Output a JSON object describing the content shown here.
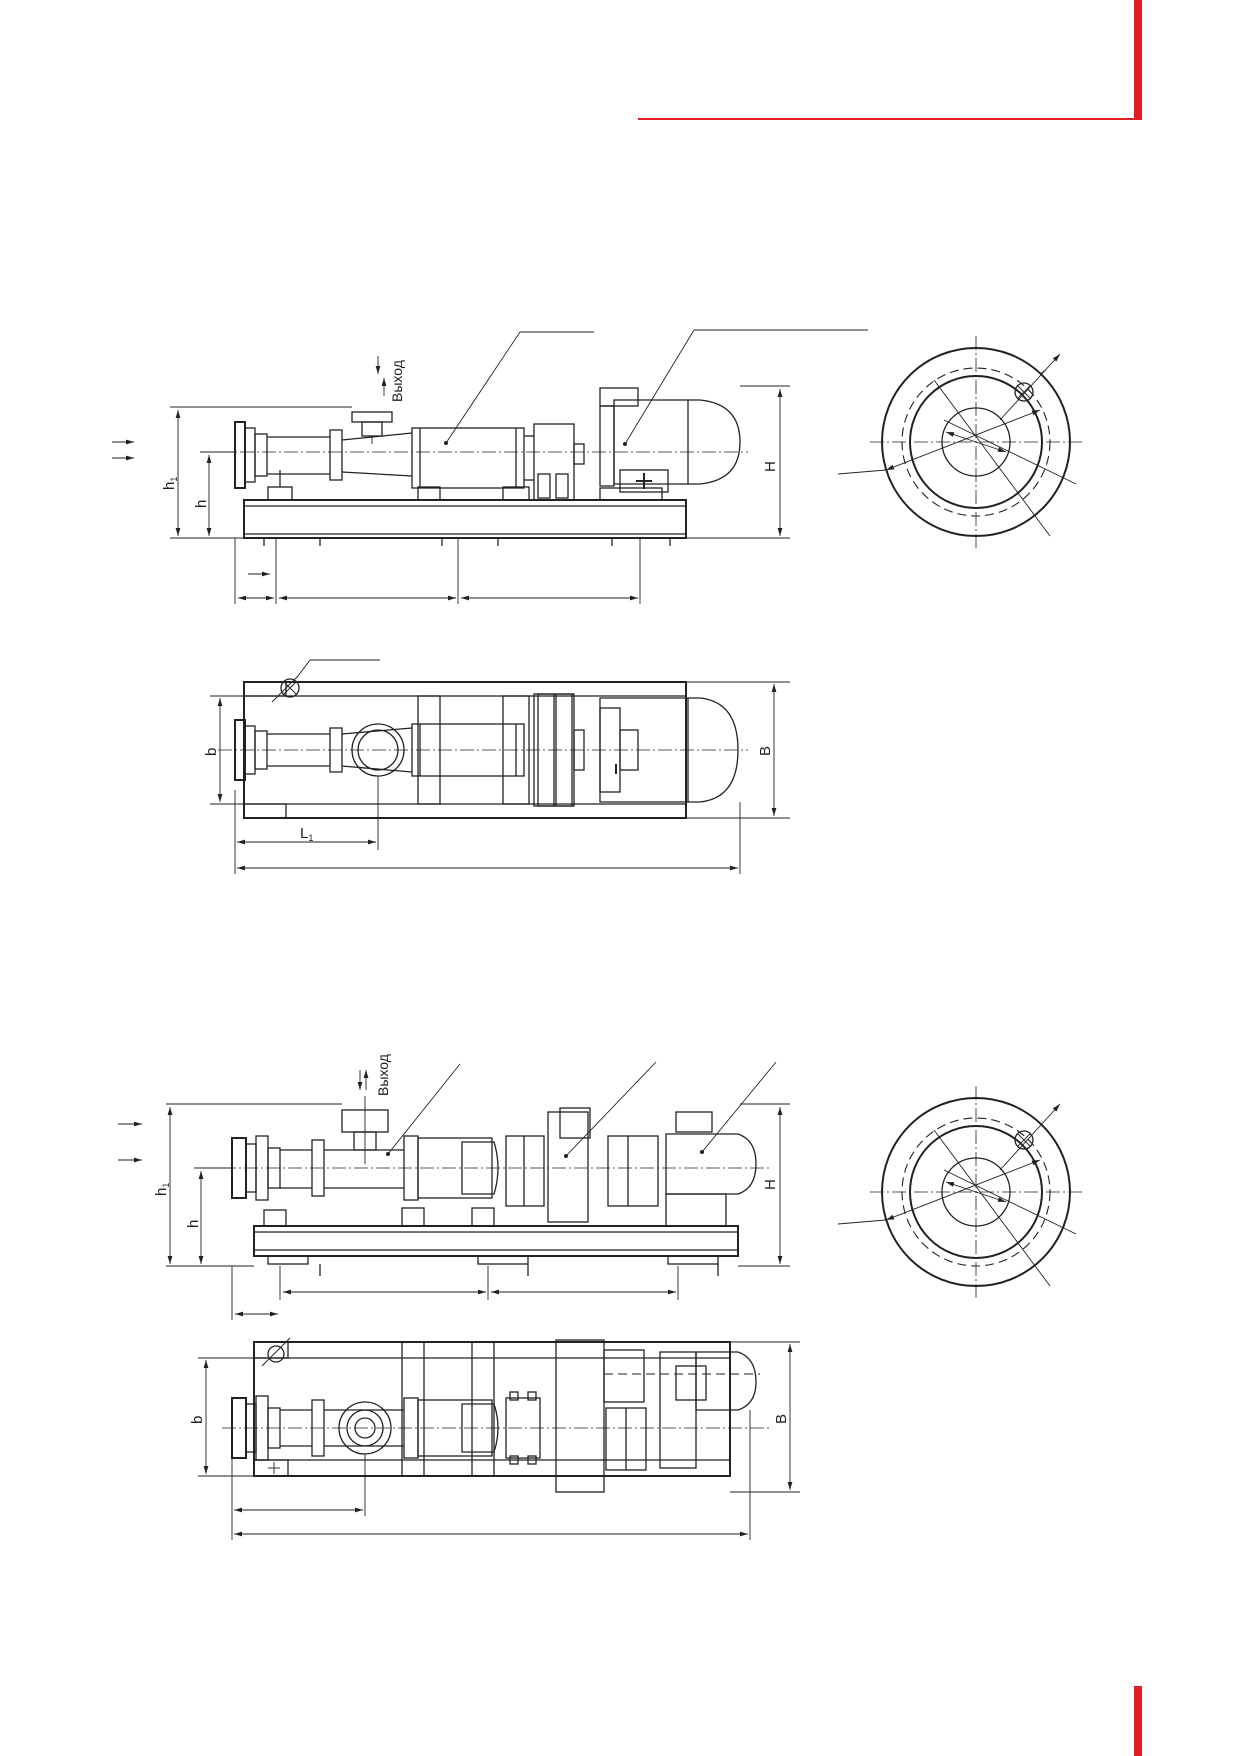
{
  "colors": {
    "accent": "#e31e24",
    "line": "#222222"
  },
  "drawing1": {
    "outlet_label": "Выход",
    "dims": {
      "H": "H",
      "h": "h",
      "h1_main": "h",
      "h1_sub": "1",
      "b": "b",
      "B": "B",
      "L1_main": "L",
      "L1_sub": "1"
    }
  },
  "drawing2": {
    "outlet_label": "Выход",
    "dims": {
      "H": "H",
      "h": "h",
      "h1_main": "h",
      "h1_sub": "1",
      "b": "b",
      "B": "B"
    }
  }
}
